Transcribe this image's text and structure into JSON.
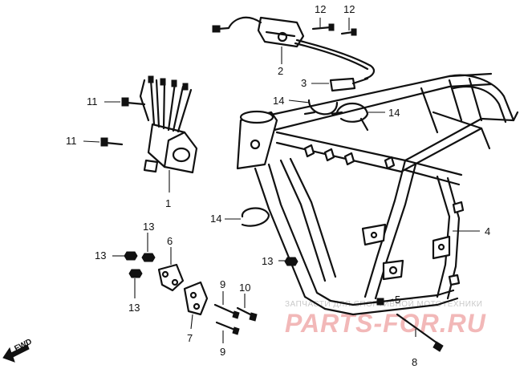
{
  "callouts": {
    "c1": "1",
    "c2": "2",
    "c3": "3",
    "c4": "4",
    "c5": "5",
    "c6": "6",
    "c7": "7",
    "c8": "8",
    "c9a": "9",
    "c9b": "9",
    "c10": "10",
    "c11a": "11",
    "c11b": "11",
    "c12a": "12",
    "c12b": "12",
    "c13a": "13",
    "c13b": "13",
    "c13c": "13",
    "c13d": "13",
    "c14a": "14",
    "c14b": "14",
    "c14c": "14"
  },
  "direction": {
    "label": "FWD"
  },
  "watermark": {
    "caption": "ЗАПЧАСТИ ДЛЯ СПОРТИВНОЙ МОТОТЕХНИКИ",
    "logo": "PARTS-FOR.RU"
  }
}
